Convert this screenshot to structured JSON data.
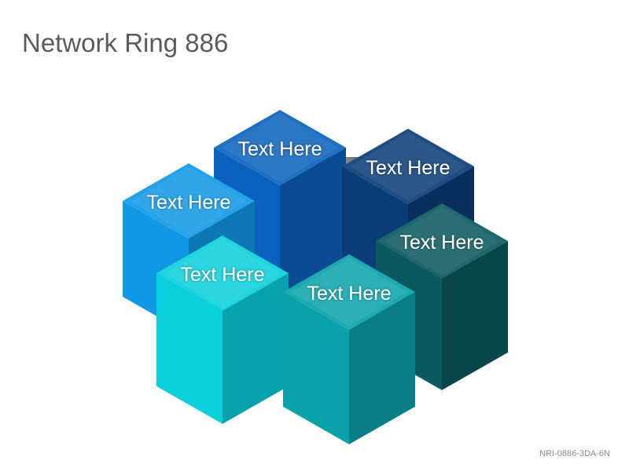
{
  "title": "Network Ring 886",
  "footer_code": "NRI-0886-3DA-6N",
  "cubes": [
    {
      "label": "Text Here",
      "color": "#0b62be"
    },
    {
      "label": "Text Here",
      "color": "#0a3c78"
    },
    {
      "label": "Text Here",
      "color": "#1199e6"
    },
    {
      "label": "Text Here",
      "color": "#0a5a60"
    },
    {
      "label": "Text Here",
      "color": "#0ad0dc"
    },
    {
      "label": "Text Here",
      "color": "#0aa2aa"
    }
  ],
  "connector_color": "#7d7d7d"
}
